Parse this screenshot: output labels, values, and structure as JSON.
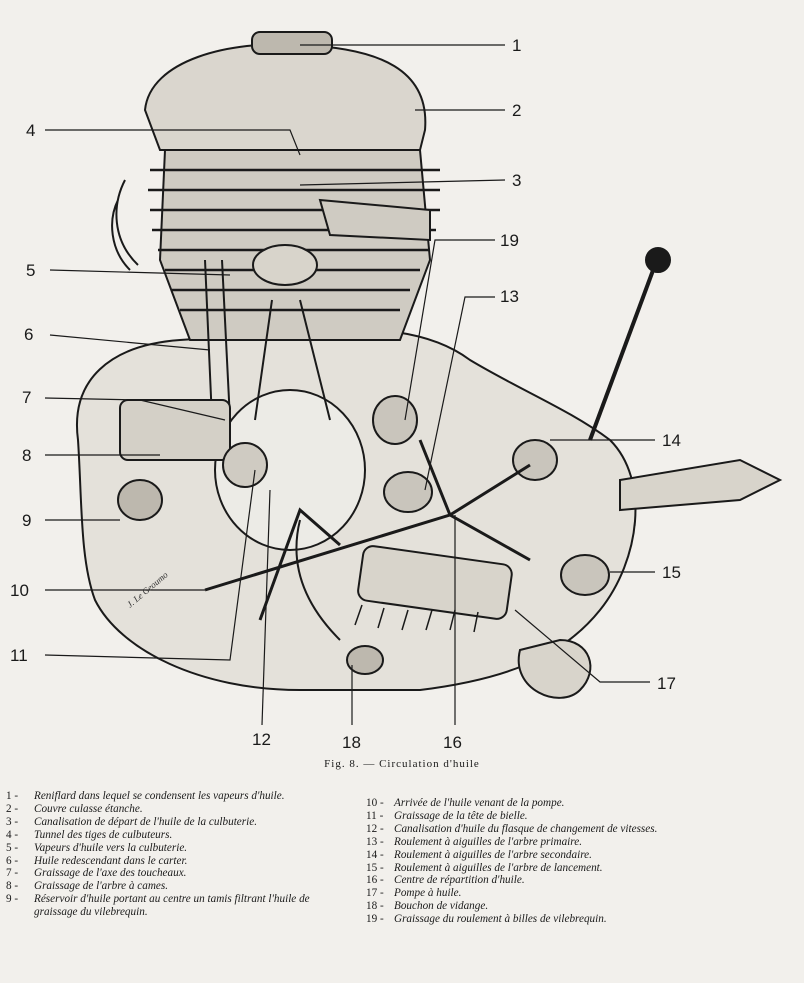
{
  "figure": {
    "caption": "Fig. 8. — Circulation d'huile",
    "signature": "J. Le Geoumo"
  },
  "callouts": [
    "1",
    "2",
    "3",
    "4",
    "5",
    "6",
    "7",
    "8",
    "9",
    "10",
    "11",
    "12",
    "13",
    "14",
    "15",
    "16",
    "17",
    "18",
    "19"
  ],
  "legend": [
    {
      "num": "1 -",
      "text": "Reniflard dans lequel se condensent les vapeurs d'huile."
    },
    {
      "num": "2 -",
      "text": "Couvre culasse étanche."
    },
    {
      "num": "3 -",
      "text": "Canalisation de départ de l'huile de la culbuterie."
    },
    {
      "num": "4 -",
      "text": "Tunnel des tiges de culbuteurs."
    },
    {
      "num": "5 -",
      "text": "Vapeurs d'huile vers la culbuterie."
    },
    {
      "num": "6 -",
      "text": "Huile redescendant dans le carter."
    },
    {
      "num": "7 -",
      "text": "Graissage de l'axe des toucheaux."
    },
    {
      "num": "8 -",
      "text": "Graissage de l'arbre à cames."
    },
    {
      "num": "9 -",
      "text": "Réservoir d'huile portant au centre un tamis filtrant l'huile de graissage du vilebrequin."
    },
    {
      "num": "10 -",
      "text": "Arrivée de l'huile venant de la pompe."
    },
    {
      "num": "11 -",
      "text": "Graissage de la tête de bielle."
    },
    {
      "num": "12 -",
      "text": "Canalisation d'huile du flasque de changement de vitesses."
    },
    {
      "num": "13 -",
      "text": "Roulement à aiguilles de l'arbre primaire."
    },
    {
      "num": "14 -",
      "text": "Roulement à aiguilles de l'arbre secondaire."
    },
    {
      "num": "15 -",
      "text": "Roulement à aiguilles de l'arbre de lancement."
    },
    {
      "num": "16 -",
      "text": "Centre de répartition d'huile."
    },
    {
      "num": "17 -",
      "text": "Pompe à huile."
    },
    {
      "num": "18 -",
      "text": "Bouchon de vidange."
    },
    {
      "num": "19 -",
      "text": "Graissage du roulement à billes de vilebrequin."
    }
  ]
}
